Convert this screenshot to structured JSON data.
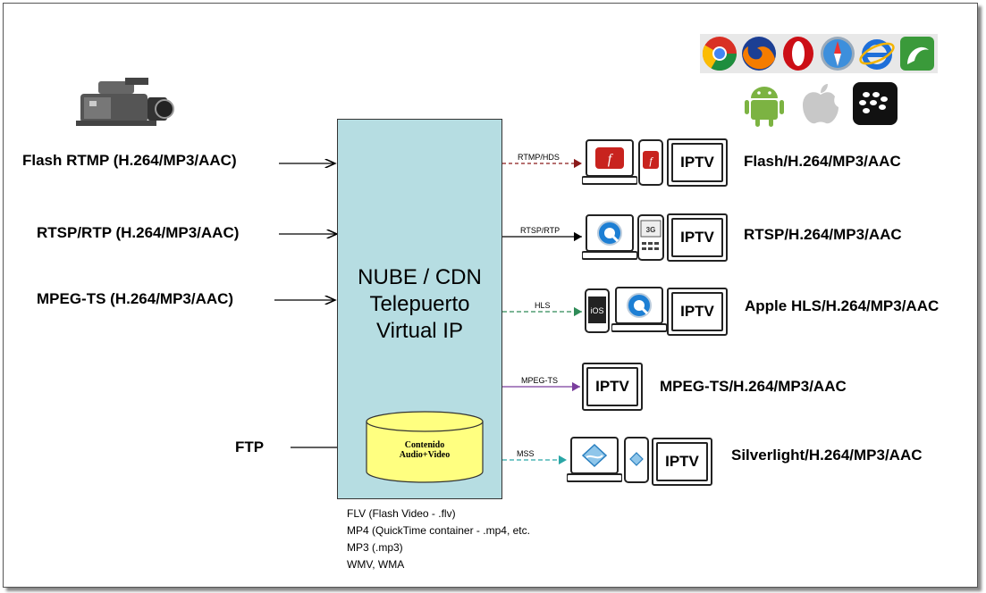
{
  "inputs": [
    {
      "label": "Flash RTMP (H.264/MP3/AAC)"
    },
    {
      "label": "RTSP/RTP (H.264/MP3/AAC)"
    },
    {
      "label": "MPEG-TS (H.264/MP3/AAC)"
    },
    {
      "label": "FTP"
    }
  ],
  "cloud": {
    "line1": "NUBE / CDN",
    "line2": "Telepuerto",
    "line3": "Virtual IP",
    "db_line1": "Contenido",
    "db_line2": "Audio+Video"
  },
  "formats": [
    "FLV (Flash Video - .flv)",
    "MP4 (QuickTime container - .mp4, etc.",
    "MP3 (.mp3)",
    "WMV, WMA"
  ],
  "outputs": [
    {
      "protocol": "RTMP/HDS",
      "label": "Flash/H.264/MP3/AAC",
      "iptv": "IPTV",
      "line_color": "#8b1a1a"
    },
    {
      "protocol": "RTSP/RTP",
      "label": "RTSP/H.264/MP3/AAC",
      "iptv": "IPTV",
      "line_color": "#000000"
    },
    {
      "protocol": "HLS",
      "label": "Apple HLS/H.264/MP3/AAC",
      "iptv": "IPTV",
      "line_color": "#2e8b57"
    },
    {
      "protocol": "MPEG-TS",
      "label": "MPEG-TS/H.264/MP3/AAC",
      "iptv": "IPTV",
      "line_color": "#7a3e9d"
    },
    {
      "protocol": "MSS",
      "label": "Silverlight/H.264/MP3/AAC",
      "iptv": "IPTV",
      "line_color": "#2aa6a6"
    }
  ],
  "device_screens": {
    "ios": "iOS",
    "bb": "3G"
  },
  "icons": {
    "browsers": [
      "chrome-icon",
      "firefox-icon",
      "opera-icon",
      "safari-icon",
      "internet-explorer-icon",
      "dolphin-icon"
    ],
    "platforms": [
      "android-icon",
      "apple-icon",
      "blackberry-icon"
    ],
    "source": "video-camera-icon"
  },
  "colors": {
    "cloud_fill": "#b6dde2",
    "database_fill": "#ffff80"
  }
}
